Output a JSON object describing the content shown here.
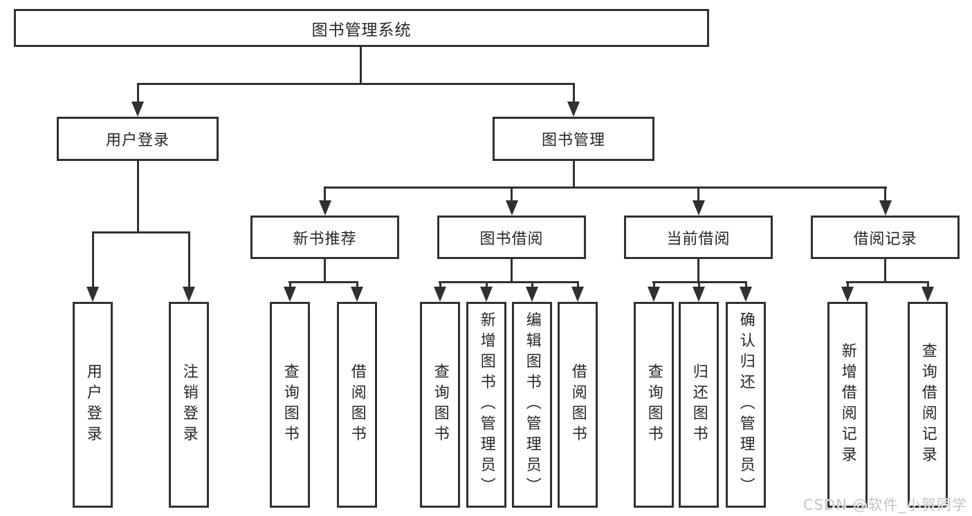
{
  "diagram": {
    "root": "图书管理系统",
    "branches": [
      {
        "label": "用户登录",
        "children": [
          {
            "label": "用户登录"
          },
          {
            "label": "注销登录"
          }
        ]
      },
      {
        "label": "图书管理",
        "children": [
          {
            "label": "新书推荐",
            "children": [
              {
                "label": "查询图书"
              },
              {
                "label": "借阅图书"
              }
            ]
          },
          {
            "label": "图书借阅",
            "children": [
              {
                "label": "查询图书"
              },
              {
                "label": "新增图书（管理员）"
              },
              {
                "label": "编辑图书（管理员）"
              },
              {
                "label": "借阅图书"
              }
            ]
          },
          {
            "label": "当前借阅",
            "children": [
              {
                "label": "查询图书"
              },
              {
                "label": "归还图书"
              },
              {
                "label": "确认归还（管理员）"
              }
            ]
          },
          {
            "label": "借阅记录",
            "children": [
              {
                "label": "新增借阅记录"
              },
              {
                "label": "查询借阅记录"
              }
            ]
          }
        ]
      }
    ]
  },
  "watermark": "CSDN @软件_小贺同学",
  "colors": {
    "line": "#303030",
    "text": "#262626",
    "watermark": "#c4c4c4",
    "background": "#ffffff"
  }
}
